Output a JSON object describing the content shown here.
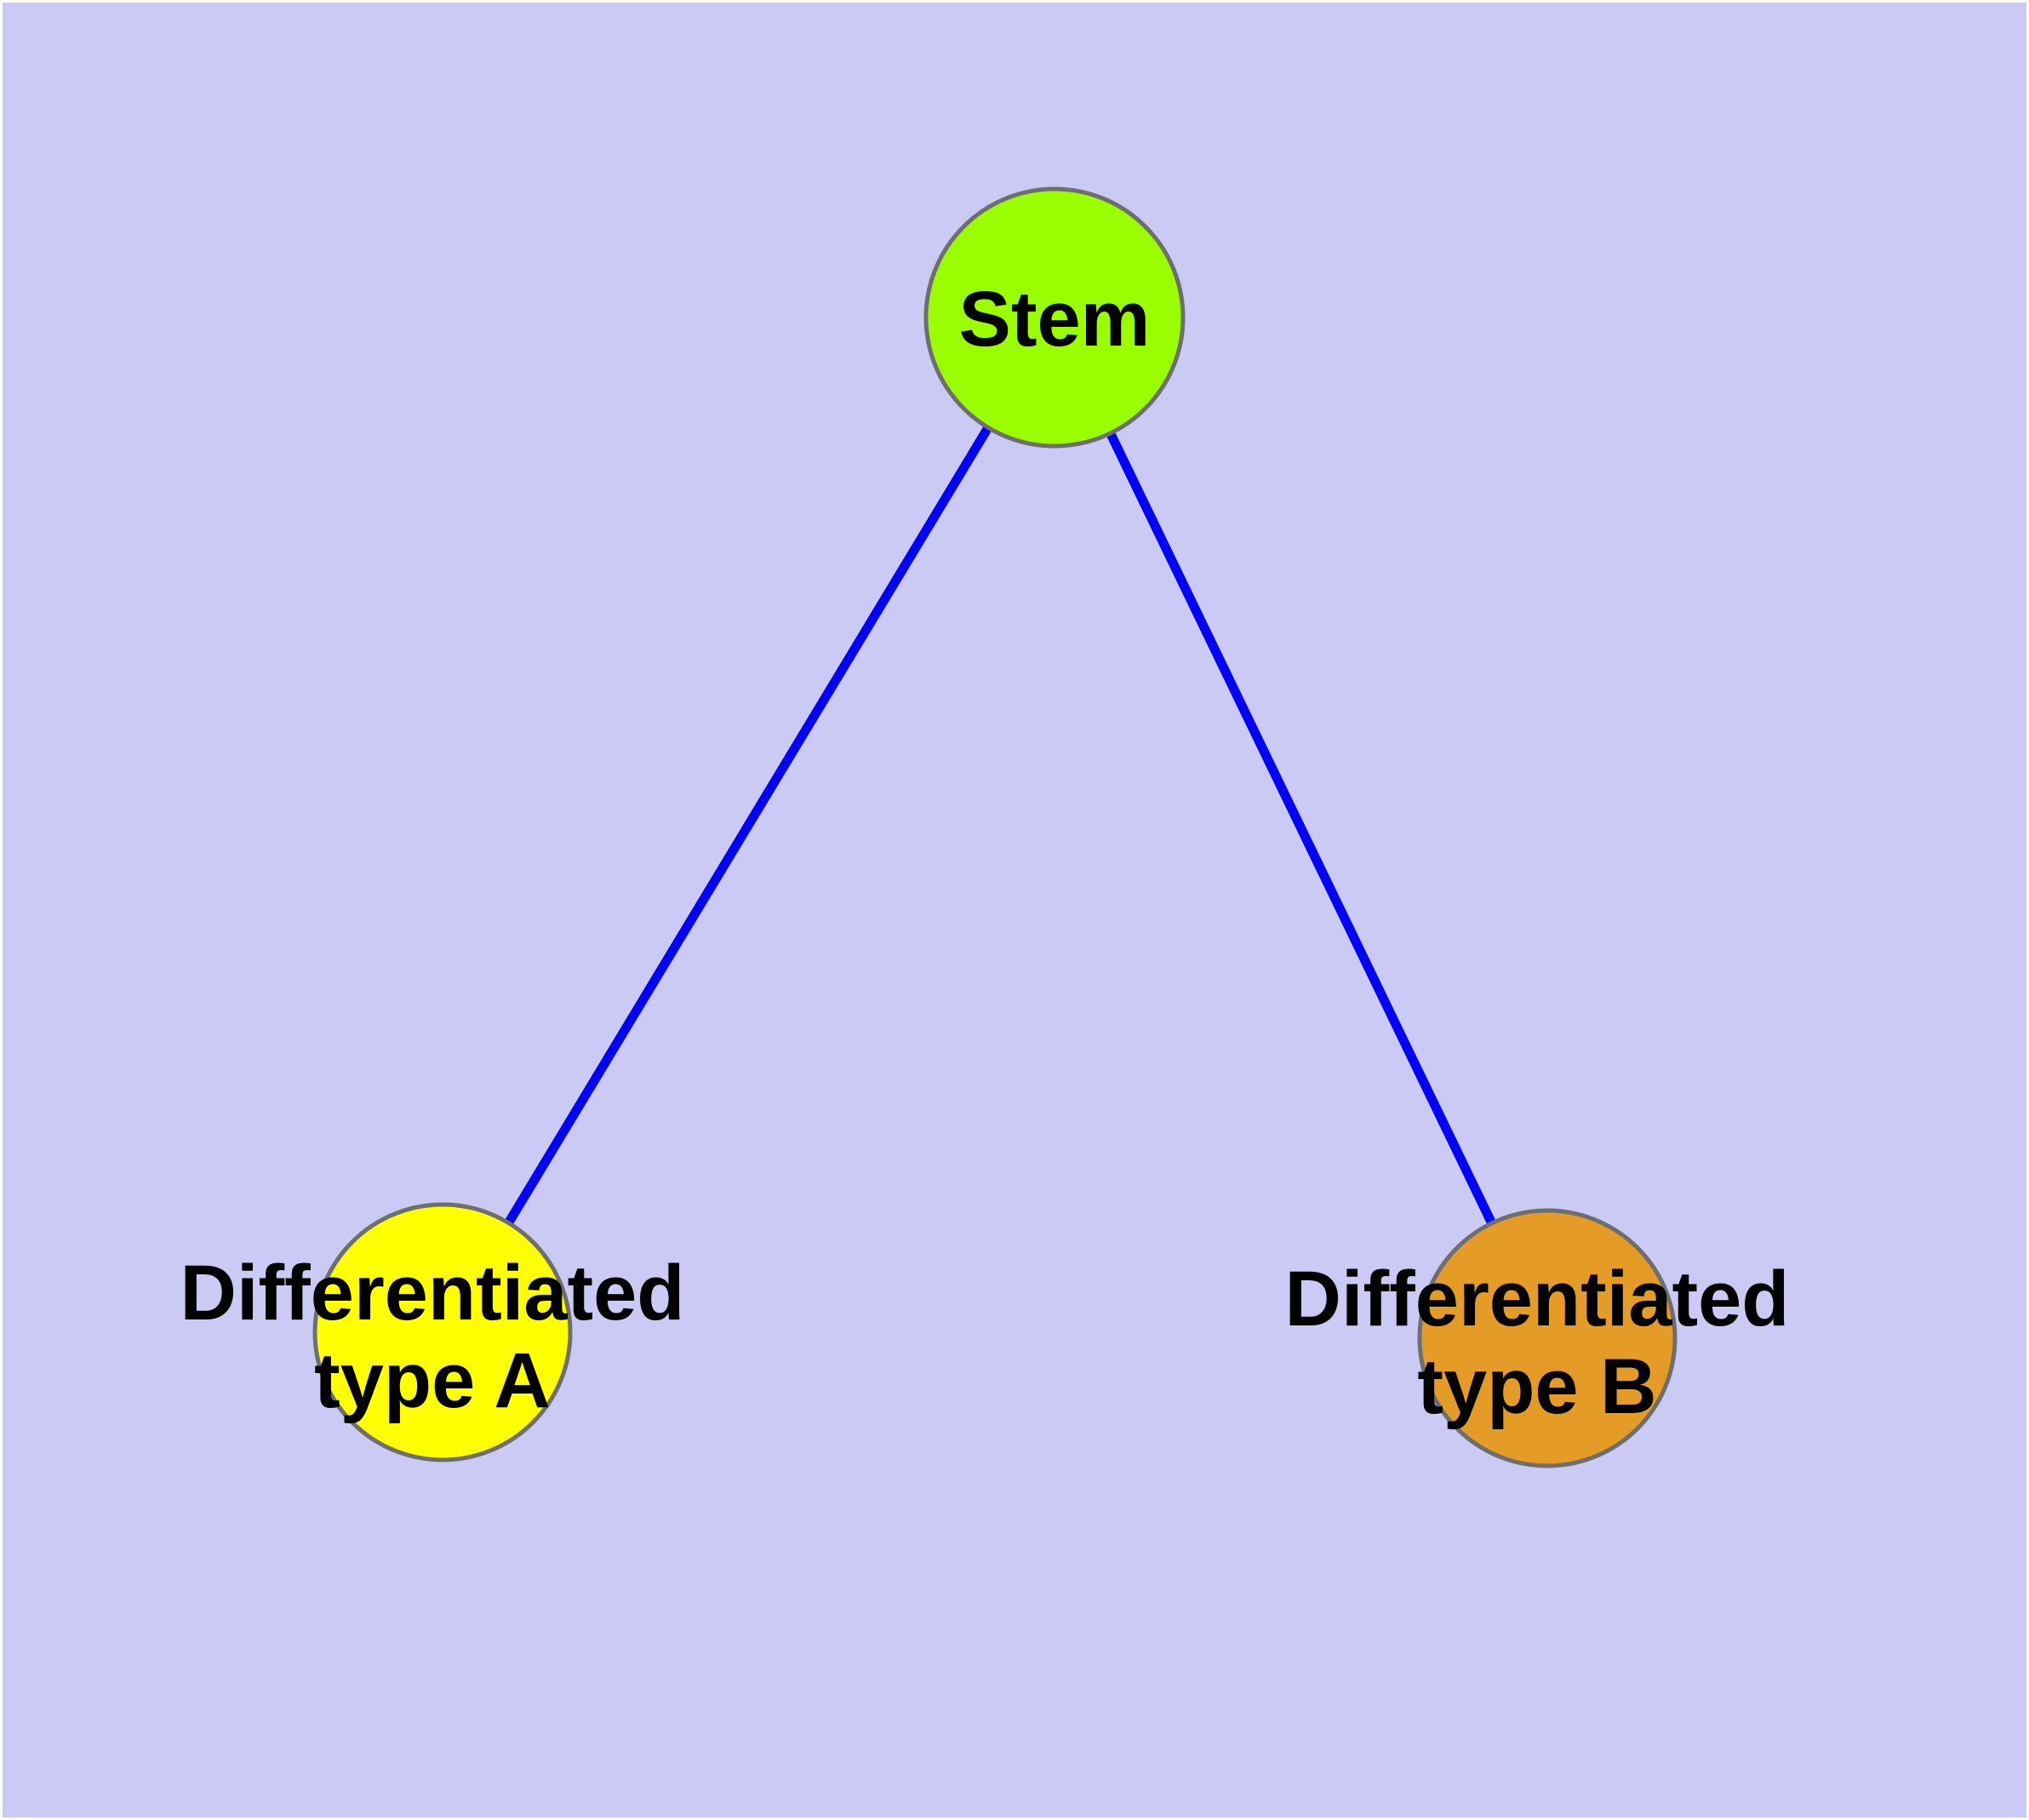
{
  "colors": {
    "background": "#CACAF5",
    "frame": "#FFFFFF",
    "edge_blue": "#0202F8",
    "node_border_gray": "#6E6E6E",
    "label_black": "#000000",
    "stem_green": "#9BFE00",
    "type_a_yellow": "#FFFF00",
    "type_b_orange": "#E49C26"
  },
  "nodes": {
    "stem": {
      "label": "Stem",
      "fill": "#9BFE00"
    },
    "type_a": {
      "label": "Differentiated type A",
      "line1": "Differentiated",
      "line2": "type A",
      "fill": "#FFFF00"
    },
    "type_b": {
      "label": "Differentiated type B",
      "line1": "Differentiated",
      "line2": "type B",
      "fill": "#E49C26"
    }
  },
  "edges": [
    {
      "from": "Stem",
      "to": "Differentiated type A"
    },
    {
      "from": "Stem",
      "to": "Differentiated type B"
    }
  ]
}
